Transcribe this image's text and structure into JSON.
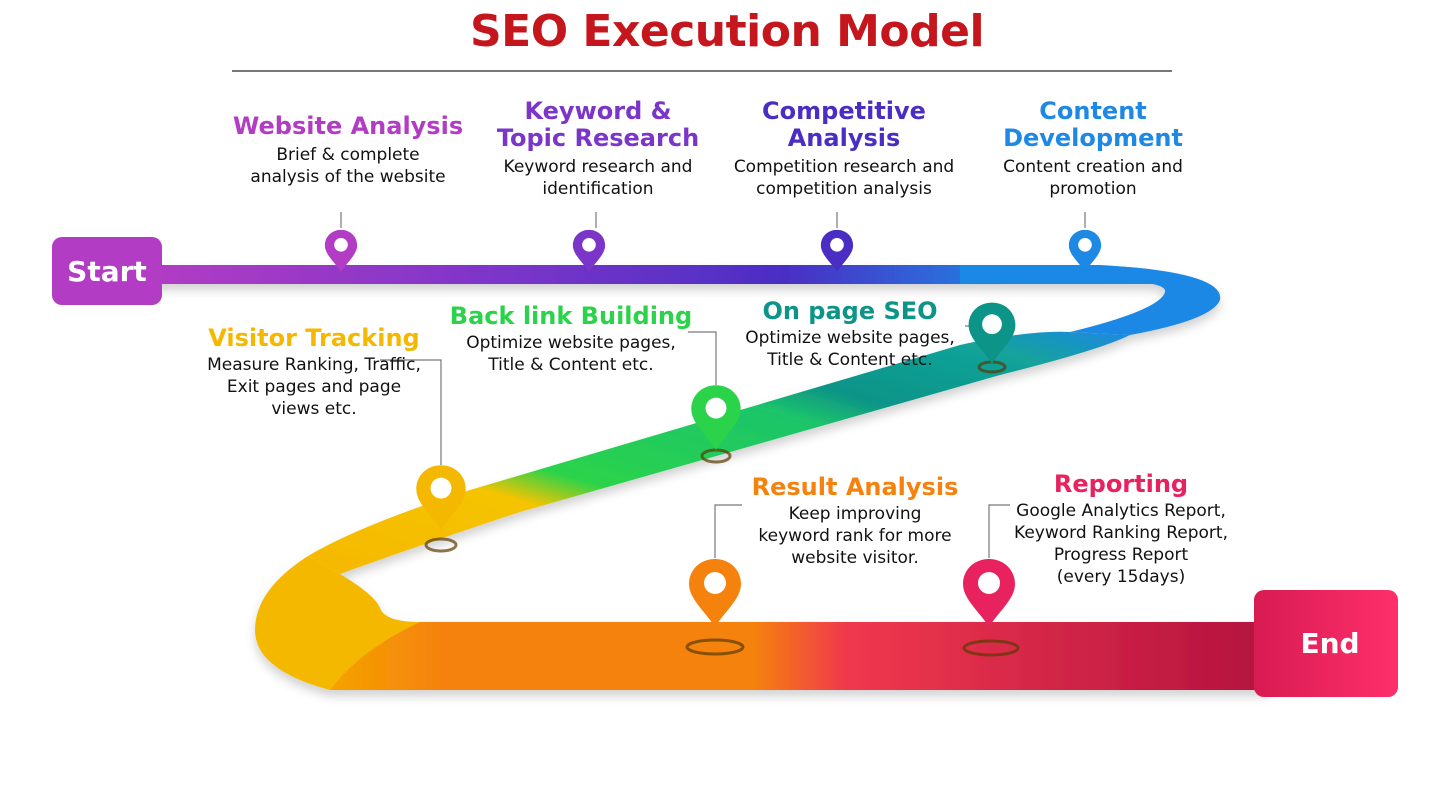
{
  "title": "SEO Execution Model",
  "start_label": "Start",
  "end_label": "End",
  "stages": [
    {
      "title": "Website Analysis",
      "desc_lines": [
        "Brief & complete",
        "analysis of the website"
      ],
      "color": "#b23cc4"
    },
    {
      "title_lines": [
        "Keyword &",
        "Topic Research"
      ],
      "desc_lines": [
        "Keyword research and",
        "identification"
      ],
      "color": "#7b35c9"
    },
    {
      "title_lines": [
        "Competitive",
        "Analysis"
      ],
      "desc_lines": [
        "Competition research and",
        "competition analysis"
      ],
      "color": "#4a2ec4"
    },
    {
      "title_lines": [
        "Content",
        "Development"
      ],
      "desc_lines": [
        "Content creation and",
        "promotion"
      ],
      "color": "#1e88e5"
    },
    {
      "title": "On page SEO",
      "desc_lines": [
        "Optimize website pages,",
        "Title & Content etc."
      ],
      "color": "#0d9488"
    },
    {
      "title": "Back link Building",
      "desc_lines": [
        "Optimize website pages,",
        "Title & Content etc."
      ],
      "color": "#2bd34a"
    },
    {
      "title": "Visitor Tracking",
      "desc_lines": [
        "Measure Ranking, Traffic,",
        "Exit pages and page",
        "views etc."
      ],
      "color": "#f5b800"
    },
    {
      "title": "Result Analysis",
      "desc_lines": [
        "Keep improving",
        "keyword rank for more",
        "website visitor."
      ],
      "color": "#f5820d"
    },
    {
      "title": "Reporting",
      "desc_lines": [
        "Google Analytics Report,",
        "Keyword Ranking Report,",
        "Progress Report",
        "(every 15days)"
      ],
      "color": "#e8225f"
    }
  ]
}
